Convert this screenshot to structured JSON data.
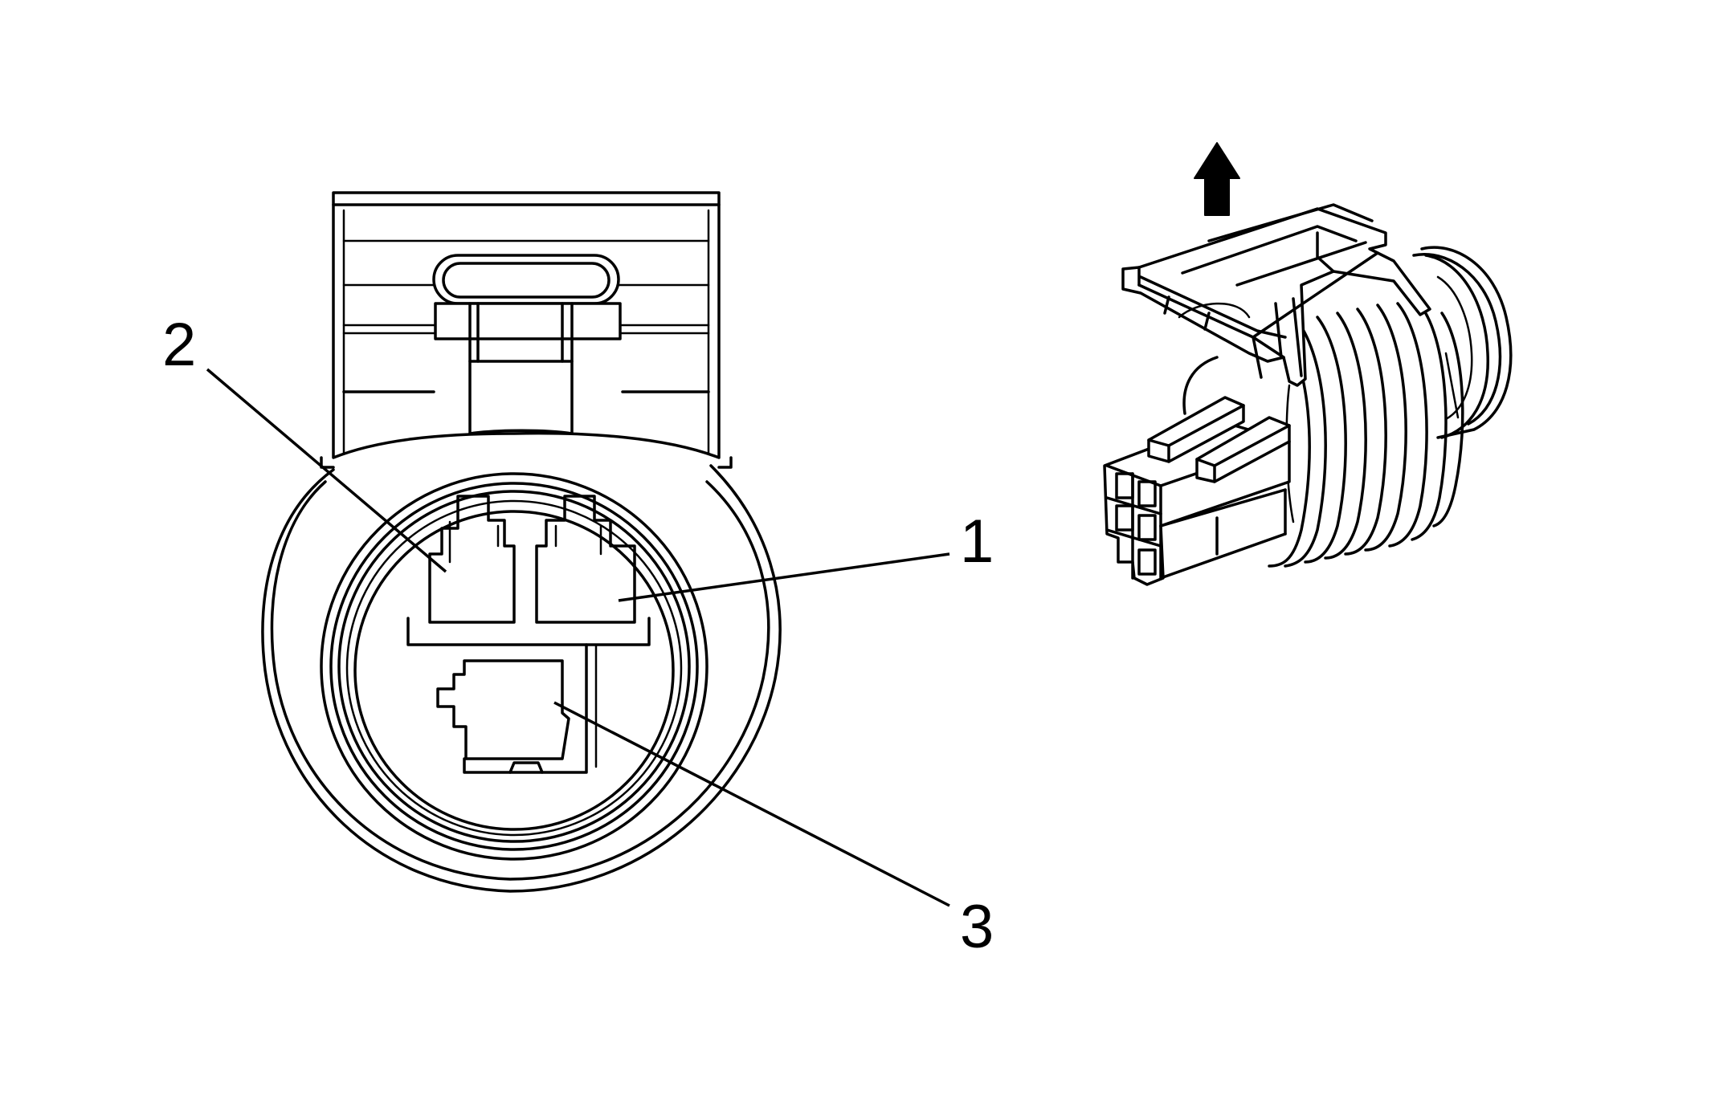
{
  "callouts": {
    "one": "1",
    "two": "2",
    "three": "3"
  },
  "icons": {
    "direction_arrow": "up-arrow-icon"
  },
  "colors": {
    "line": "#000000",
    "background": "#ffffff"
  }
}
